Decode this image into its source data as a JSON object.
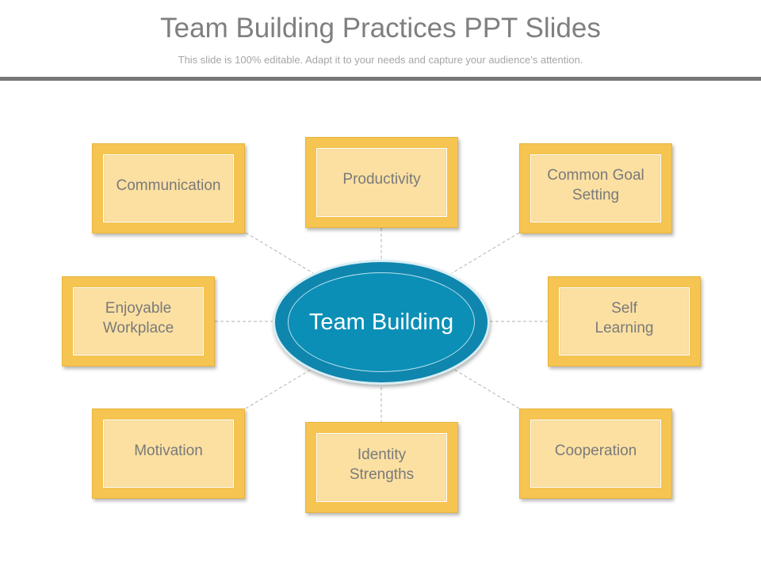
{
  "slide": {
    "title": "Team Building Practices PPT Slides",
    "subtitle": "This slide is 100% editable. Adapt it to your needs and capture your audience’s attention."
  },
  "hub": {
    "label": "Team Building"
  },
  "items": [
    {
      "label": "Communication"
    },
    {
      "label": "Productivity"
    },
    {
      "label": "Common  Goal\nSetting"
    },
    {
      "label": "Enjoyable\nWorkplace"
    },
    {
      "label": "Self\nLearning"
    },
    {
      "label": "Motivation"
    },
    {
      "label": "Identity\nStrengths"
    },
    {
      "label": "Cooperation"
    }
  ],
  "colors": {
    "box_outer": "#f5c451",
    "box_inner": "#fbe0a2",
    "hub": "#0b8fb7",
    "title_text": "#7f7f7f"
  }
}
